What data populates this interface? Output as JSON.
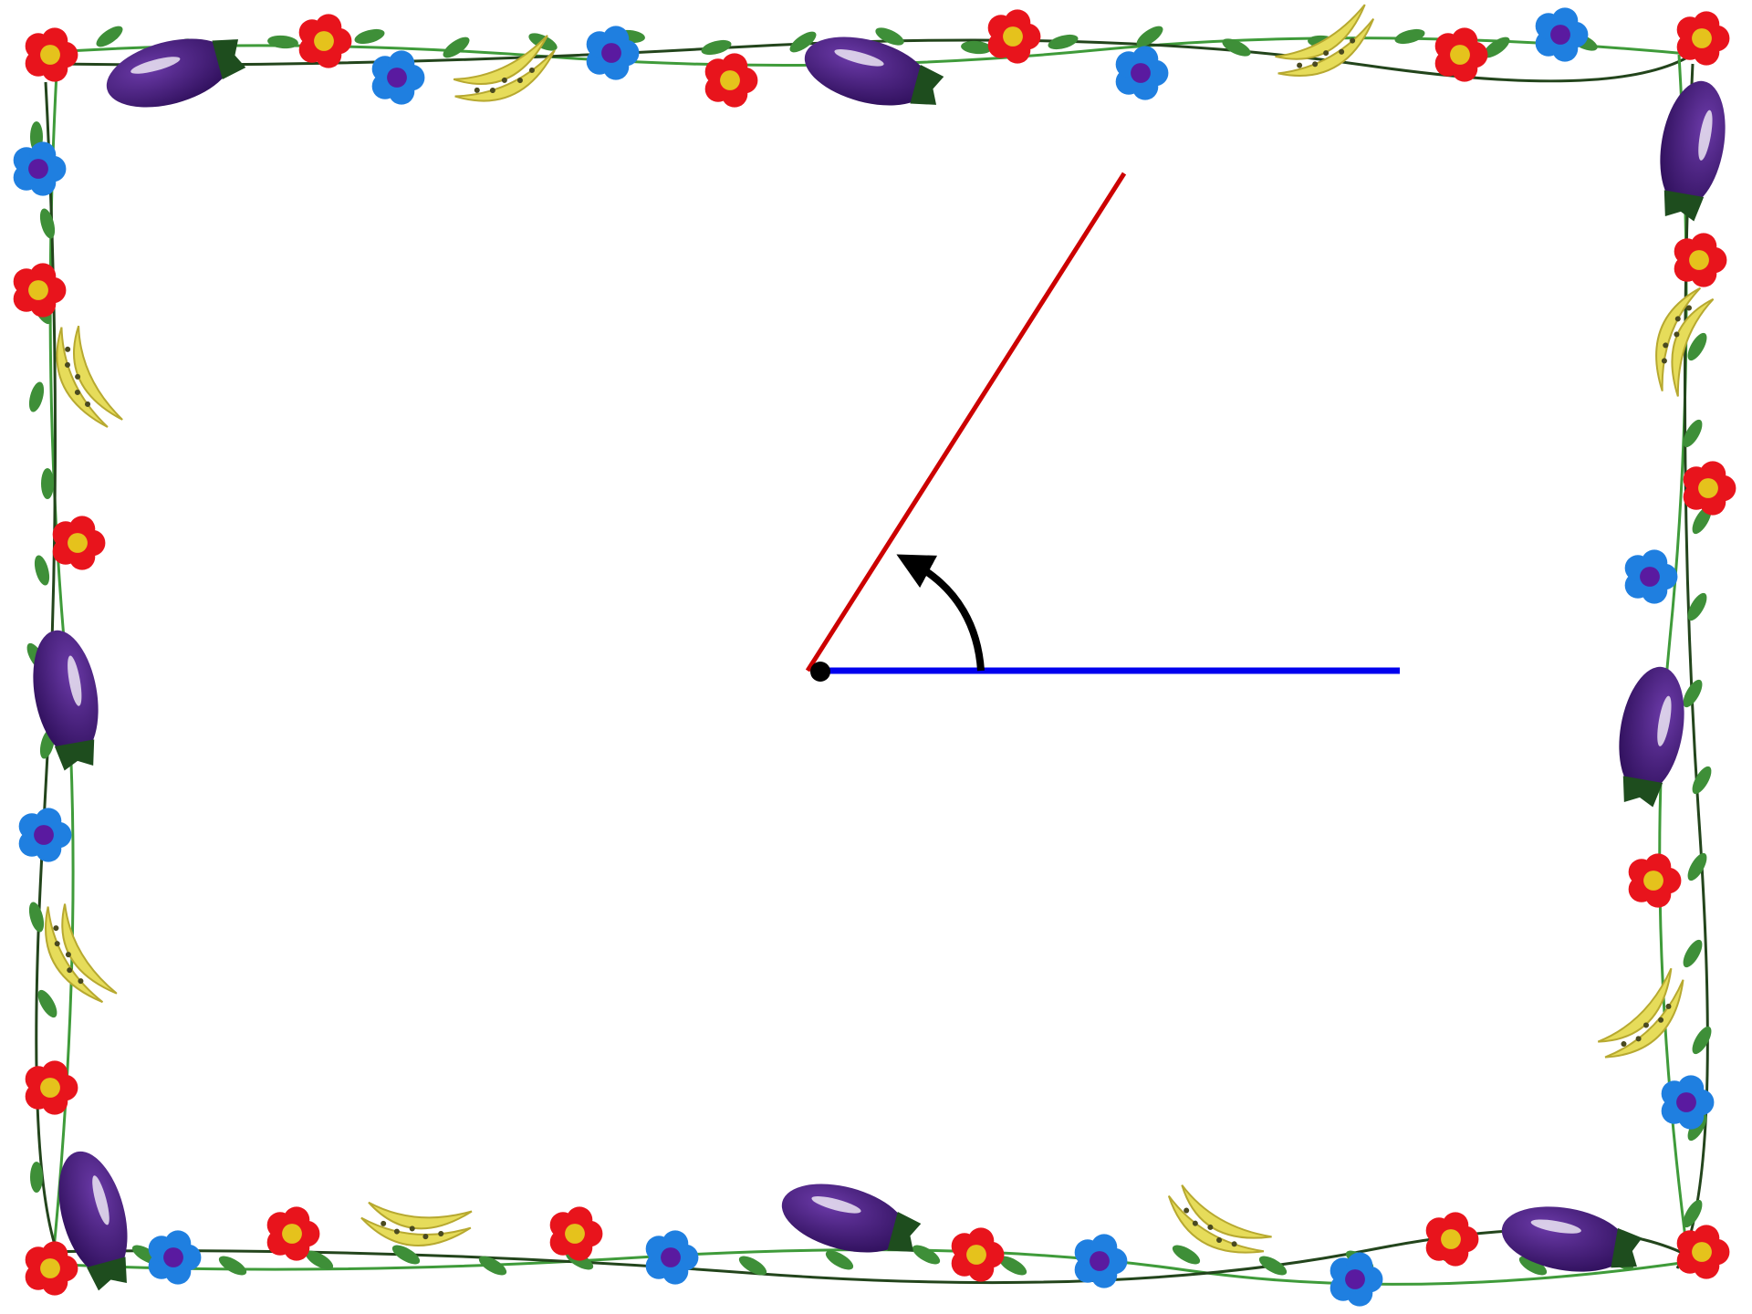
{
  "diagram": {
    "kind": "angle",
    "rotation_direction": "counterclockwise",
    "vertex_marker": "filled-dot",
    "initial_ray": {
      "role": "initial-side",
      "color": "#0000ee"
    },
    "terminal_ray": {
      "role": "terminal-side",
      "color": "#cc0000"
    },
    "arc_arrow": {
      "color": "#000000",
      "icon": "curved-arrow-icon"
    }
  },
  "border": {
    "style": "decorative-garden-frame",
    "motifs": [
      "red-flower-icon",
      "blue-flower-icon",
      "eggplant-icon",
      "banana-icon",
      "leaf-icon",
      "vine"
    ],
    "colors": {
      "vine": "#3f9b3a",
      "vine_dark": "#23451c",
      "leaf": "#3e8f38",
      "red_flower": "#e8141c",
      "blue_flower": "#1f7fe0",
      "flower_center": "#e5c21c",
      "eggplant": "#3c1470",
      "banana": "#e6dc5a"
    }
  }
}
